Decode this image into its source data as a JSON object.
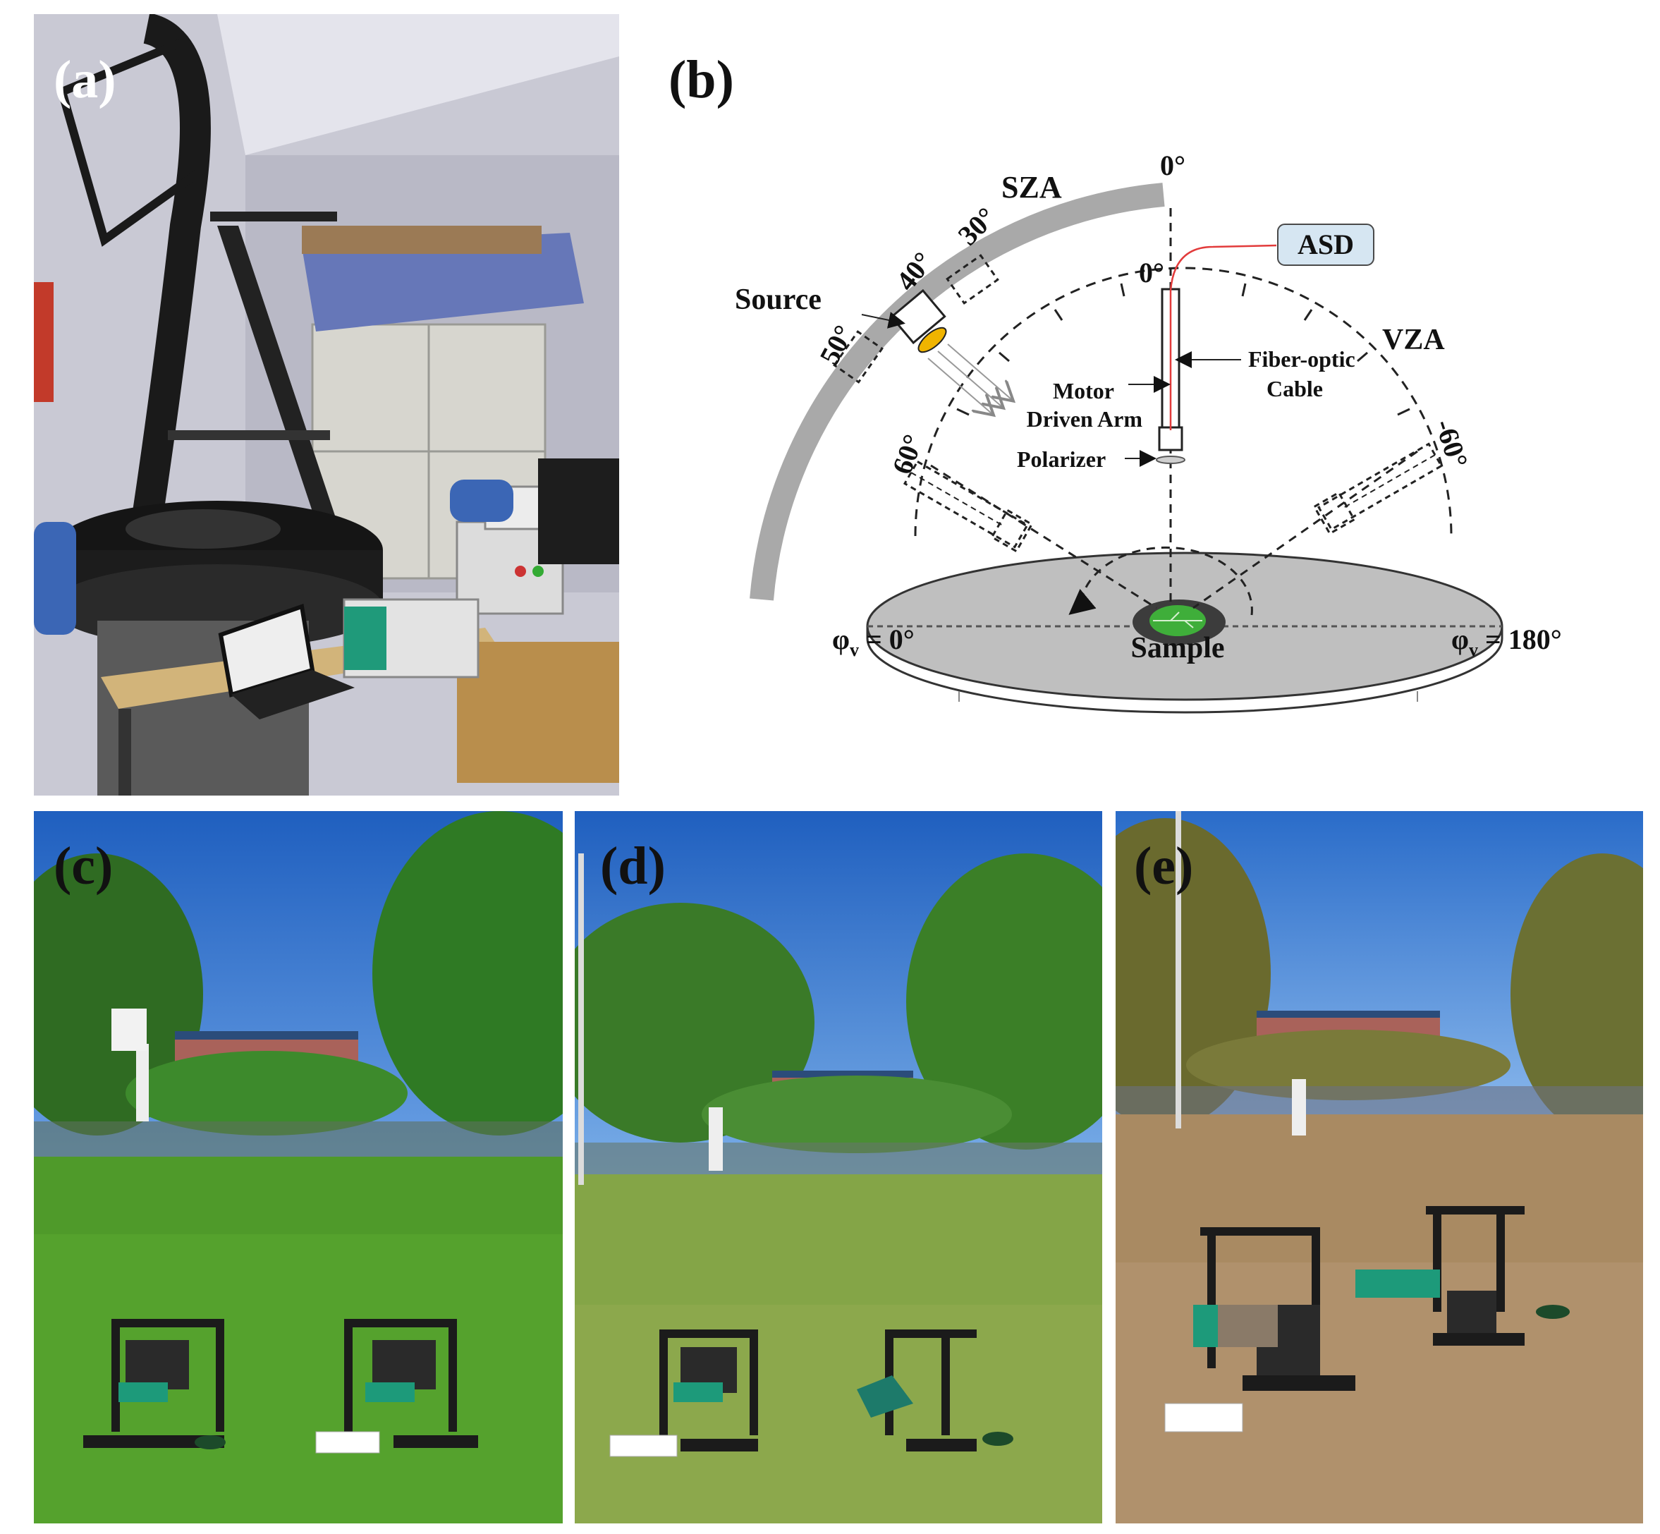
{
  "panels": {
    "a": {
      "label": "(a)"
    },
    "b": {
      "label": "(b)",
      "szA": "SZA",
      "vza": "VZA",
      "asd": "ASD",
      "source": "Source",
      "fiber_line1": "Fiber-optic",
      "fiber_line2": "Cable",
      "motor_line1": "Motor",
      "motor_line2": "Driven Arm",
      "polarizer": "Polarizer",
      "sample": "Sample",
      "phi_left": "φ",
      "phi_left_sub": "v",
      "phi_left_val": " = 0°",
      "phi_right": "φ",
      "phi_right_sub": "v",
      "phi_right_val": " = 180°",
      "sza_ticks": {
        "t0": "0°",
        "t30": "30°",
        "t40": "40°",
        "t50": "50°"
      },
      "vza_ticks": {
        "t0": "0°",
        "t60": "60°",
        "tm60": "-60°"
      }
    },
    "c": {
      "label": "(c)"
    },
    "d": {
      "label": "(d)"
    },
    "e": {
      "label": "(e)"
    }
  },
  "colors": {
    "arc_gray": "#a9a9a9",
    "disk_gray": "#c0c0c0",
    "asd_box": "#d6e6f2",
    "fiber_red": "#e23b3b",
    "source_lens": "#f0b400",
    "leaf_green": "#3fae3a",
    "sky_blue": "#2f6fc9",
    "grass_green": "#4f9a2a",
    "dry_grass": "#a98a62"
  }
}
